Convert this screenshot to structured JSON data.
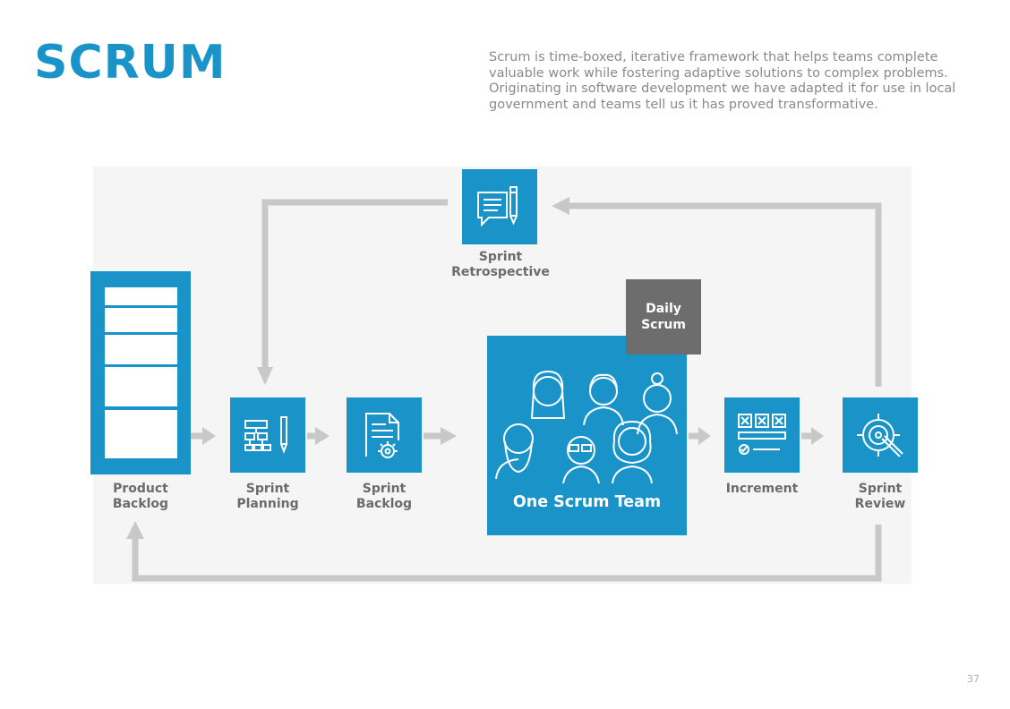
{
  "title": "SCRUM",
  "description": "Scrum is time-boxed, iterative framework that helps teams complete valuable work while fostering adaptive solutions to complex problems. Originating in software development we have adapted it for use in local government and teams tell us it has proved transformative.",
  "nodes": {
    "product_backlog": {
      "line1": "Product",
      "line2": "Backlog"
    },
    "sprint_planning": {
      "line1": "Sprint",
      "line2": "Planning"
    },
    "sprint_backlog": {
      "line1": "Sprint",
      "line2": "Backlog"
    },
    "one_scrum_team": {
      "label": "One Scrum Team"
    },
    "daily_scrum": {
      "line1": "Daily",
      "line2": "Scrum"
    },
    "increment": {
      "line1": "Increment"
    },
    "sprint_review": {
      "line1": "Sprint",
      "line2": "Review"
    },
    "sprint_retrospective": {
      "line1": "Sprint",
      "line2": "Retrospective"
    }
  },
  "icons": {
    "retrospective": "chat-pencil-icon",
    "planning": "flowchart-pencil-icon",
    "backlog": "document-gear-icon",
    "team": "team-people-icon",
    "increment": "checkbox-list-icon",
    "review": "target-icon"
  },
  "colors": {
    "accent": "#1a94c8",
    "daily": "#6d6d6d",
    "arrow": "#c8c8c8",
    "label": "#6b6b6b"
  },
  "page_number": "37"
}
